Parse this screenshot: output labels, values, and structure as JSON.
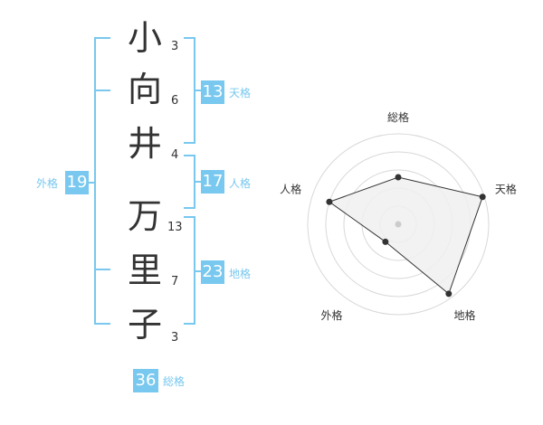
{
  "name_chars": [
    {
      "char": "小",
      "strokes": "3"
    },
    {
      "char": "向",
      "strokes": "6"
    },
    {
      "char": "井",
      "strokes": "4"
    },
    {
      "char": "万",
      "strokes": "13"
    },
    {
      "char": "里",
      "strokes": "7"
    },
    {
      "char": "子",
      "strokes": "3"
    }
  ],
  "kaku": {
    "tenkaku": {
      "value": "13",
      "label": "天格"
    },
    "jinkaku": {
      "value": "17",
      "label": "人格"
    },
    "chikaku": {
      "value": "23",
      "label": "地格"
    },
    "gaikaku": {
      "value": "19",
      "label": "外格"
    },
    "soukaku": {
      "value": "36",
      "label": "総格"
    }
  },
  "chart_data": {
    "type": "radar",
    "axes": [
      "総格",
      "天格",
      "地格",
      "外格",
      "人格"
    ],
    "values": [
      0.52,
      0.98,
      0.95,
      0.24,
      0.8
    ],
    "range": [
      0,
      1
    ],
    "rings": 5,
    "fill": "#f0f0f0",
    "stroke": "#333333"
  },
  "colors": {
    "accent": "#78c8ef",
    "text": "#333333"
  }
}
